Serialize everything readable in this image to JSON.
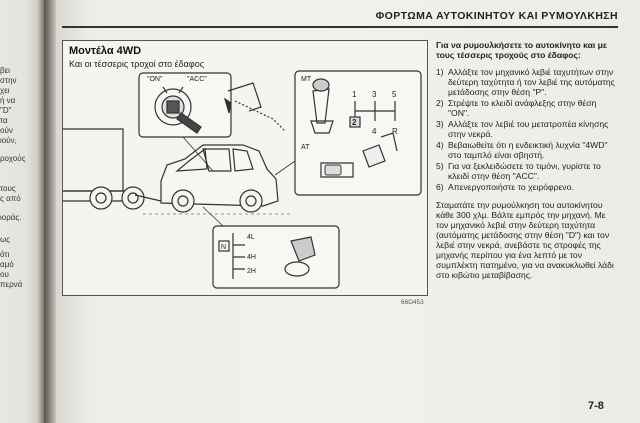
{
  "left_page": {
    "fragments": [
      "βει",
      "στην",
      "χει",
      "ή να",
      "\"D\"",
      "τα",
      "ούν",
      "ιούν,",
      "ροχούς",
      "τους",
      "ς από",
      "ιοράς.",
      "ως",
      "ότι",
      "αμό",
      "ου",
      "περνά"
    ]
  },
  "header": {
    "title": "ΦΟΡΤΩΜΑ ΑΥΤΟΚΙΝΗΤΟΥ ΚΑΙ ΡΥΜΟΥΛΚΗΣΗ"
  },
  "figure": {
    "title": "Μοντέλα 4WD",
    "subtitle": "Και οι τέσσερις τροχοί στο έδαφος",
    "on_label": "\"ON\"",
    "acc_label": "\"ACC\"",
    "mt_label": "MT",
    "at_label": "AT",
    "gear_top": [
      "1",
      "3",
      "5"
    ],
    "gear_bottom": [
      "2",
      "4",
      "R"
    ],
    "transfer_n": "N",
    "transfer_4l": "4L",
    "transfer_4h": "4H",
    "transfer_2h": "2H",
    "code": "66D453"
  },
  "content": {
    "intro": "Για να ρυμουλκήσετε το αυτοκίνητο και με τους τέσσερις τροχούς στο έδαφος:",
    "steps": [
      {
        "num": "1)",
        "text": "Αλλάξτε τον μηχανικό λεβιέ ταχυτήτων στην δεύτερη ταχύτητα ή τον λεβιέ της αυτόματης μετάδοσης στην θέση \"P\"."
      },
      {
        "num": "2)",
        "text": "Στρέψτε το κλειδί ανάφλεξης στην θέση \"ON\"."
      },
      {
        "num": "3)",
        "text": "Αλλάξτε τον λεβιέ του μετατροπέα κίνησης στην νεκρά."
      },
      {
        "num": "4)",
        "text": "Βεβαιωθείτε ότι η ενδεικτική λυχνία \"4WD\" στο ταμπλό είναι σβηστή."
      },
      {
        "num": "5)",
        "text": "Για να ξεκλειδώσετε το τιμόνι, γυρίστε το κλειδί στην θέση \"ACC\"."
      },
      {
        "num": "6)",
        "text": "Απενεργοποιήστε το χειρόφρενο."
      }
    ],
    "paragraph": "Σταματάτε την ρυμούλκηση του αυτοκίνητου κάθε 300 χλμ. Βάλτε εμπρός την μηχανή. Με τον μηχανικό λεβιέ στην δεύτερη ταχύτητα (αυτόματης μετάδοσης στην θέση \"D\") και τον λεβιέ στην νεκρά, ανεβάστε τις στροφές της μηχανής περίπου για ένα λεπτό με τον συμπλέκτη πατημένο, για να ανακυκλωθεί λάδι στο κιβώτιο μεταβίβασης."
  },
  "page_number": "7-8",
  "colors": {
    "paper": "#f2f1ed",
    "ink": "#222222",
    "gutter": "#6a645c"
  }
}
